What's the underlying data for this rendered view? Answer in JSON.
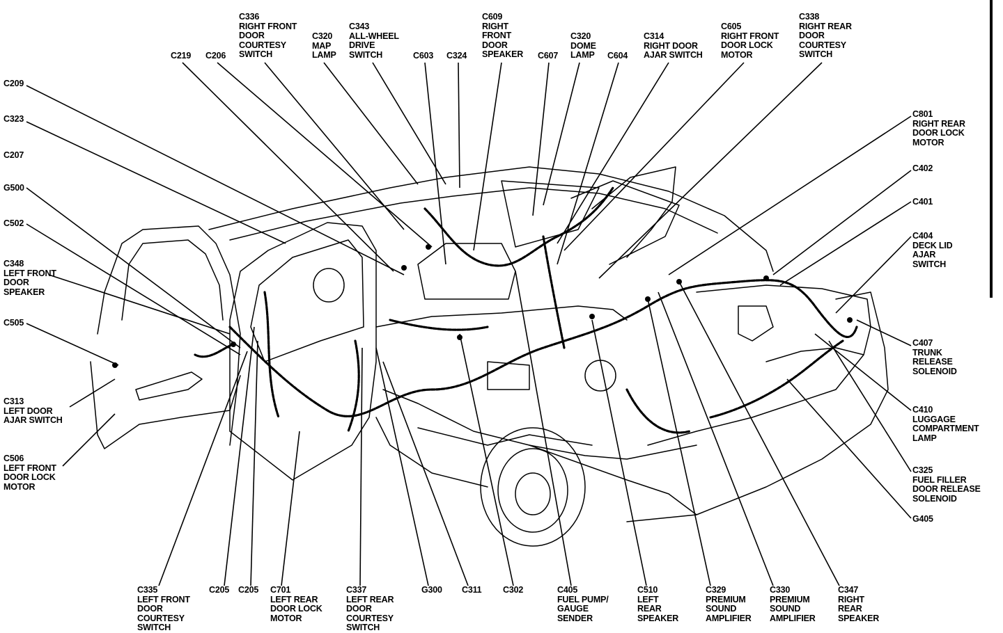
{
  "labels": [
    {
      "id": "c336",
      "lines": [
        "C336",
        "RIGHT FRONT",
        "DOOR",
        "COURTESY",
        "SWITCH"
      ]
    },
    {
      "id": "c320map",
      "lines": [
        "C320",
        "MAP",
        "LAMP"
      ]
    },
    {
      "id": "c343",
      "lines": [
        "C343",
        "ALL-WHEEL",
        "DRIVE",
        "SWITCH"
      ]
    },
    {
      "id": "c609",
      "lines": [
        "C609",
        "RIGHT",
        "FRONT",
        "DOOR",
        "SPEAKER"
      ]
    },
    {
      "id": "c320dome",
      "lines": [
        "C320",
        "DOME",
        "LAMP"
      ]
    },
    {
      "id": "c314",
      "lines": [
        "C314",
        "RIGHT DOOR",
        "AJAR SWITCH"
      ]
    },
    {
      "id": "c605",
      "lines": [
        "C605",
        "RIGHT FRONT",
        "DOOR LOCK",
        "MOTOR"
      ]
    },
    {
      "id": "c338",
      "lines": [
        "C338",
        "RIGHT REAR",
        "DOOR",
        "COURTESY",
        "SWITCH"
      ]
    },
    {
      "id": "c219",
      "lines": [
        "C219"
      ]
    },
    {
      "id": "c206",
      "lines": [
        "C206"
      ]
    },
    {
      "id": "c603",
      "lines": [
        "C603"
      ]
    },
    {
      "id": "c324",
      "lines": [
        "C324"
      ]
    },
    {
      "id": "c607",
      "lines": [
        "C607"
      ]
    },
    {
      "id": "c604",
      "lines": [
        "C604"
      ]
    },
    {
      "id": "c209",
      "lines": [
        "C209"
      ]
    },
    {
      "id": "c323",
      "lines": [
        "C323"
      ]
    },
    {
      "id": "c207",
      "lines": [
        "C207"
      ]
    },
    {
      "id": "g500",
      "lines": [
        "G500"
      ]
    },
    {
      "id": "c502",
      "lines": [
        "C502"
      ]
    },
    {
      "id": "c348",
      "lines": [
        "C348",
        "LEFT FRONT",
        "DOOR",
        "SPEAKER"
      ]
    },
    {
      "id": "c505",
      "lines": [
        "C505"
      ]
    },
    {
      "id": "c313",
      "lines": [
        "C313",
        "LEFT DOOR",
        "AJAR SWITCH"
      ]
    },
    {
      "id": "c506",
      "lines": [
        "C506",
        "LEFT FRONT",
        "DOOR LOCK",
        "MOTOR"
      ]
    },
    {
      "id": "c801",
      "lines": [
        "C801",
        "RIGHT REAR",
        "DOOR LOCK",
        "MOTOR"
      ]
    },
    {
      "id": "c402",
      "lines": [
        "C402"
      ]
    },
    {
      "id": "c401",
      "lines": [
        "C401"
      ]
    },
    {
      "id": "c404",
      "lines": [
        "C404",
        "DECK LID",
        "AJAR",
        "SWITCH"
      ]
    },
    {
      "id": "c407",
      "lines": [
        "C407",
        "TRUNK",
        "RELEASE",
        "SOLENOID"
      ]
    },
    {
      "id": "c410",
      "lines": [
        "C410",
        "LUGGAGE",
        "COMPARTMENT",
        "LAMP"
      ]
    },
    {
      "id": "c325",
      "lines": [
        "C325",
        "FUEL FILLER",
        "DOOR RELEASE",
        "SOLENOID"
      ]
    },
    {
      "id": "g405",
      "lines": [
        "G405"
      ]
    },
    {
      "id": "c335",
      "lines": [
        "C335",
        "LEFT FRONT",
        "DOOR",
        "COURTESY",
        "SWITCH"
      ]
    },
    {
      "id": "c205a",
      "lines": [
        "C205"
      ]
    },
    {
      "id": "c205b",
      "lines": [
        "C205"
      ]
    },
    {
      "id": "c701",
      "lines": [
        "C701",
        "LEFT REAR",
        "DOOR LOCK",
        "MOTOR"
      ]
    },
    {
      "id": "c337",
      "lines": [
        "C337",
        "LEFT REAR",
        "DOOR",
        "COURTESY",
        "SWITCH"
      ]
    },
    {
      "id": "g300",
      "lines": [
        "G300"
      ]
    },
    {
      "id": "c311",
      "lines": [
        "C311"
      ]
    },
    {
      "id": "c302",
      "lines": [
        "C302"
      ]
    },
    {
      "id": "c405",
      "lines": [
        "C405",
        "FUEL PUMP/",
        "GAUGE",
        "SENDER"
      ]
    },
    {
      "id": "c510",
      "lines": [
        "C510",
        "LEFT",
        "REAR",
        "SPEAKER"
      ]
    },
    {
      "id": "c329",
      "lines": [
        "C329",
        "PREMIUM",
        "SOUND",
        "AMPLIFIER"
      ]
    },
    {
      "id": "c330",
      "lines": [
        "C330",
        "PREMIUM",
        "SOUND",
        "AMPLIFIER"
      ]
    },
    {
      "id": "c347",
      "lines": [
        "C347",
        "RIGHT",
        "REAR",
        "SPEAKER"
      ]
    }
  ]
}
